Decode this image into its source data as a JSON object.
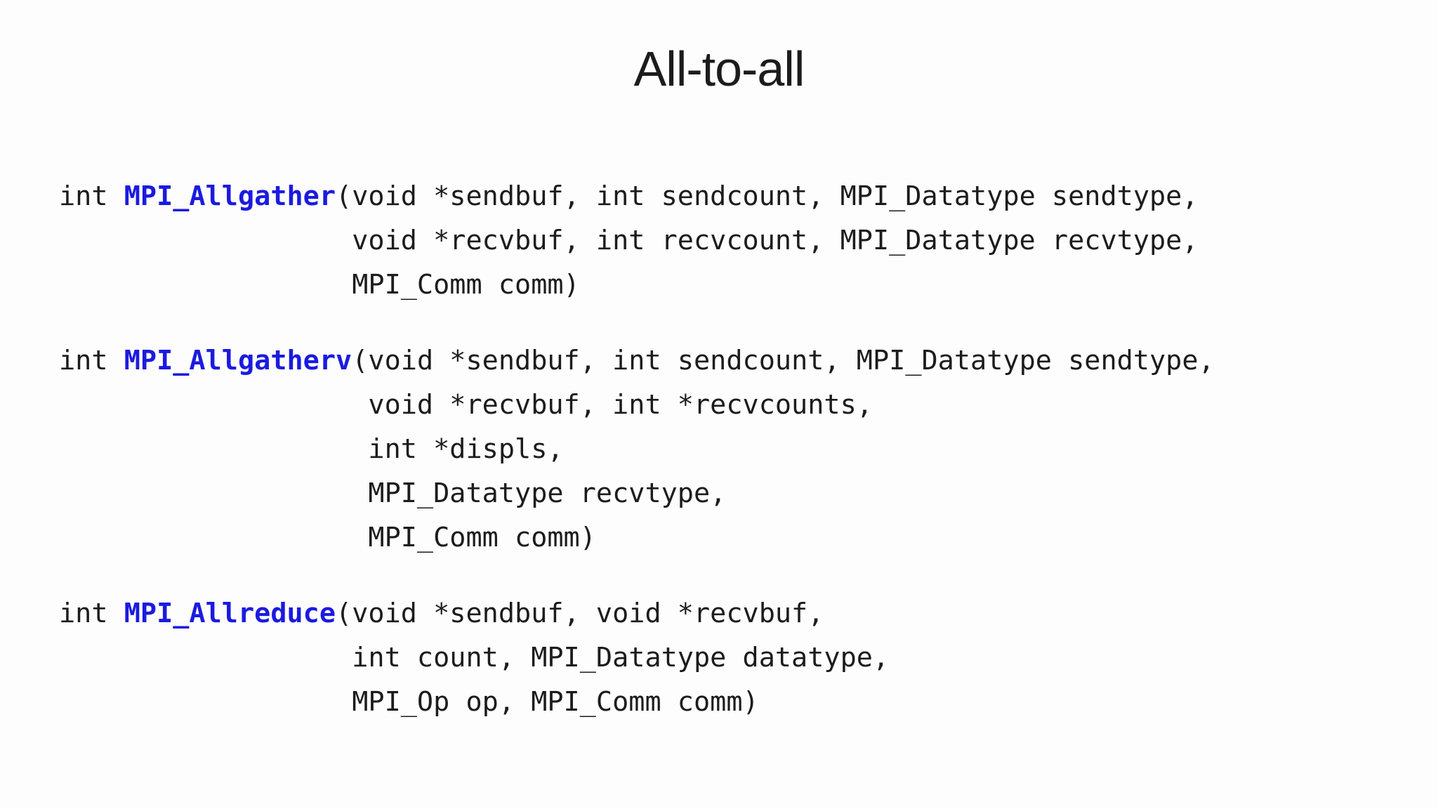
{
  "slide": {
    "title": "All-to-all",
    "colors": {
      "background": "#fdfdfd",
      "text": "#1c1c1c",
      "function_name_blue": "#1b1be0"
    },
    "code_blocks": [
      {
        "prefix": "int ",
        "function_name": "MPI_Allgather",
        "signature_rest": "(void *sendbuf, int sendcount, MPI_Datatype sendtype,\n                  void *recvbuf, int recvcount, MPI_Datatype recvtype,\n                  MPI_Comm comm)"
      },
      {
        "prefix": "int ",
        "function_name": "MPI_Allgatherv",
        "signature_rest": "(void *sendbuf, int sendcount, MPI_Datatype sendtype,\n                   void *recvbuf, int *recvcounts,\n                   int *displs,\n                   MPI_Datatype recvtype,\n                   MPI_Comm comm)"
      },
      {
        "prefix": "int ",
        "function_name": "MPI_Allreduce",
        "signature_rest": "(void *sendbuf, void *recvbuf,\n                  int count, MPI_Datatype datatype,\n                  MPI_Op op, MPI_Comm comm)"
      }
    ]
  }
}
